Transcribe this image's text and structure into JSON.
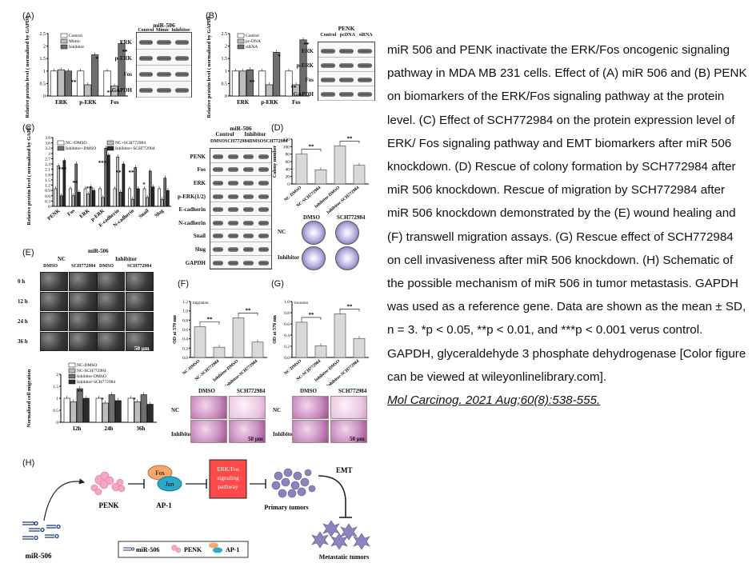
{
  "panels": {
    "A": {
      "label": "(A)",
      "ylabel": "Relative protein level ( normalized by GAPDH )",
      "legend": [
        "Control",
        "Mimic",
        "Inhibitor"
      ],
      "blot_title": "miR-506",
      "blot_cols": [
        "Control",
        "Mimic",
        "Inhibitor"
      ],
      "blot_rows": [
        "ERK",
        "p-ERK",
        "Fos",
        "GAPDH"
      ]
    },
    "B": {
      "label": "(B)",
      "ylabel": "Relative protein level ( normalized by GAPDH )",
      "legend": [
        "Control",
        "pc-DNA",
        "siRNA"
      ],
      "blot_title": "PENK",
      "blot_cols": [
        "Control",
        "pcDNA",
        "siRNA"
      ],
      "blot_rows": [
        "ERK",
        "p-ERK",
        "Fos",
        "GAPDH"
      ]
    },
    "C": {
      "label": "(C)",
      "ylabel": "Relative protein level ( normalized by GAPDH )",
      "legend": [
        "NC+DMSO",
        "NC+SCH772984",
        "Inhibitor+DMSO",
        "Inhibitor+SCH772984"
      ],
      "blot_title": "miR-506",
      "blot_groups": [
        "Control",
        "Inhibitor"
      ],
      "blot_cols": [
        "DMSO",
        "SCH772984",
        "DMSO",
        "SCH772984"
      ],
      "blot_rows": [
        "PENK",
        "Fos",
        "ERK",
        "p-ERK(1/2)",
        "E-cadherin",
        "N-cadherin",
        "Snail",
        "Slug",
        "GAPDH"
      ]
    },
    "D": {
      "label": "(D)",
      "ylabel": "Colony number",
      "dish_cols": [
        "DMSO",
        "SCH772984"
      ],
      "dish_rows": [
        "NC",
        "Inhibitor"
      ]
    },
    "E": {
      "label": "(E)",
      "title": "miR-506",
      "groups": [
        "NC",
        "Inhibitor"
      ],
      "cols": [
        "DMSO",
        "SCH772984",
        "DMSO",
        "SCH772984"
      ],
      "rows": [
        "0 h",
        "12 h",
        "24 h",
        "36 h"
      ],
      "scale": "50 μm",
      "ylabel": "Normalized cell migration",
      "legend": [
        "NC-DMSO",
        "NC-SCH772984",
        "Inhibitor-DMSO",
        "Inhibitor-SCH772984"
      ]
    },
    "F": {
      "label": "(F)",
      "inner": "migration",
      "ylabel": "OD at 570 nm",
      "stain_cols": [
        "DMSO",
        "SCH772984"
      ],
      "stain_rows": [
        "NC",
        "Inhibitor"
      ],
      "scale": "50 μm"
    },
    "G": {
      "label": "(G)",
      "inner": "invasion",
      "ylabel": "OD at 570 nm",
      "stain_cols": [
        "DMSO",
        "SCH772984"
      ],
      "stain_rows": [
        "NC",
        "Inhibitor"
      ],
      "scale": "50 μm"
    },
    "H": {
      "label": "(H)",
      "mir": "miR-506",
      "penk": "PENK",
      "ap1": "AP-1",
      "fos": "Fos",
      "jun": "Jun",
      "erk": "ERK/Fos signaling pathway",
      "primary": "Primary tumors",
      "emt": "EMT",
      "metastatic": "Metastatic tumors",
      "legend_mir": "miR-506",
      "legend_penk": "PENK",
      "legend_ap1": "AP-1"
    }
  },
  "chart_data": [
    {
      "type": "bar",
      "id": "A",
      "categories": [
        "ERK",
        "p-ERK",
        "Fos"
      ],
      "series": [
        {
          "name": "Control",
          "values": [
            1.0,
            1.0,
            1.0
          ]
        },
        {
          "name": "Mimic",
          "values": [
            1.05,
            0.45,
            0.4
          ]
        },
        {
          "name": "Inhibitor",
          "values": [
            1.0,
            1.65,
            2.1
          ]
        }
      ],
      "ylim": [
        0,
        2.5
      ],
      "yticks": [
        0.0,
        0.5,
        1.0,
        1.5,
        2.0,
        2.5
      ],
      "annotations": [
        "**",
        "*",
        "**",
        "**"
      ]
    },
    {
      "type": "bar",
      "id": "B",
      "categories": [
        "ERK",
        "p-ERK",
        "Fos"
      ],
      "series": [
        {
          "name": "Control",
          "values": [
            1.0,
            1.0,
            1.0
          ]
        },
        {
          "name": "pc-DNA",
          "values": [
            1.0,
            0.45,
            0.45
          ]
        },
        {
          "name": "siRNA",
          "values": [
            1.05,
            1.75,
            2.25
          ]
        }
      ],
      "ylim": [
        0,
        2.5
      ],
      "yticks": [
        0.0,
        0.5,
        1.0,
        1.5,
        2.0,
        2.5
      ],
      "annotations": [
        "**",
        "*",
        "**",
        "**"
      ]
    },
    {
      "type": "bar",
      "id": "C",
      "categories": [
        "PENK",
        "Fos",
        "ERK",
        "p-ERK",
        "E-cadherin",
        "N-cadherin",
        "Snail",
        "Slug"
      ],
      "series": [
        {
          "name": "NC+DMSO",
          "values": [
            1.0,
            1.0,
            1.0,
            1.0,
            1.0,
            1.0,
            1.0,
            1.0
          ]
        },
        {
          "name": "NC+SCH772984",
          "values": [
            2.3,
            0.6,
            0.7,
            0.5,
            2.8,
            0.4,
            0.5,
            0.4
          ]
        },
        {
          "name": "Inhibitor+DMSO",
          "values": [
            0.6,
            2.4,
            1.1,
            3.3,
            0.8,
            2.2,
            2.0,
            1.6
          ]
        },
        {
          "name": "Inhibitor+SCH772984",
          "values": [
            2.6,
            0.8,
            0.9,
            2.9,
            2.4,
            1.0,
            1.1,
            0.9
          ]
        }
      ],
      "ylim": [
        0,
        3.9
      ],
      "yticks": [
        0.0,
        0.3,
        0.6,
        0.9,
        1.2,
        1.5,
        1.8,
        2.1,
        2.4,
        2.7,
        3.0,
        3.3,
        3.6,
        3.9
      ],
      "annotations": [
        "***",
        "**",
        "**",
        "***",
        "**",
        "**",
        "*"
      ]
    },
    {
      "type": "bar",
      "id": "D",
      "categories": [
        "NC-DMSO",
        "NC-SCH772984",
        "Inhibitor-DMSO",
        "Inhibitor-SCH772984"
      ],
      "values": [
        80,
        38,
        102,
        50
      ],
      "ylim": [
        0,
        120
      ],
      "yticks": [
        0,
        20,
        40,
        60,
        80,
        100,
        120
      ],
      "annotations": [
        "**",
        "**"
      ]
    },
    {
      "type": "bar",
      "id": "E",
      "categories": [
        "12h",
        "24h",
        "36h"
      ],
      "series": [
        {
          "name": "NC-DMSO",
          "values": [
            1.0,
            1.0,
            1.0
          ]
        },
        {
          "name": "NC-SCH772984",
          "values": [
            0.85,
            0.8,
            0.85
          ]
        },
        {
          "name": "Inhibitor-DMSO",
          "values": [
            1.4,
            1.15,
            1.15
          ]
        },
        {
          "name": "Inhibitor-SCH772984",
          "values": [
            1.0,
            0.9,
            0.75
          ]
        }
      ],
      "ylim": [
        0,
        2.0
      ],
      "yticks": [
        0.0,
        0.5,
        1.0,
        1.5,
        2.0
      ],
      "annotations": [
        "**",
        "*",
        "*"
      ]
    },
    {
      "type": "bar",
      "id": "F",
      "categories": [
        "NC-DMSO",
        "NC-SCH772984",
        "Inhibitor-DMSO",
        "Inhibitor-SCH772984"
      ],
      "values": [
        0.66,
        0.22,
        0.85,
        0.33
      ],
      "ylim": [
        0,
        1.2
      ],
      "yticks": [
        0.0,
        0.2,
        0.4,
        0.6,
        0.8,
        1.0,
        1.2
      ],
      "annotations": [
        "**",
        "**"
      ]
    },
    {
      "type": "bar",
      "id": "G",
      "categories": [
        "NC-DMSO",
        "NC-SCH772984",
        "Inhibitor-DMSO",
        "Inhibitor-SCH772984"
      ],
      "values": [
        0.63,
        0.21,
        0.78,
        0.34
      ],
      "ylim": [
        0,
        1.0
      ],
      "yticks": [
        0.0,
        0.2,
        0.4,
        0.6,
        0.8,
        1.0
      ],
      "annotations": [
        "**",
        "**"
      ]
    }
  ],
  "caption": {
    "text": "miR 506 and PENK inactivate the ERK/Fos oncogenic signaling pathway in MDA MB 231 cells. Effect of (A) miR 506 and (B) PENK on biomarkers of the ERK/Fos signaling pathway at the protein level. (C) Effect of SCH772984 on the protein expression level of ERK/ Fos signaling pathway and EMT biomarkers after miR 506 knockdown. (D) Rescue of colony formation by SCH772984 after miR 506 knockdown. Rescue of migration by SCH772984 after miR 506 knockdown demonstrated by the (E) wound healing and (F) transwell migration assays. (G) Rescue effect of SCH772984 on cell invasiveness after miR 506 knockdown. (H) Schematic of the possible mechanism of miR 506 in tumor metastasis. GAPDH was used as a reference gene. Data are shown as the mean ± SD, n = 3. *p < 0.05, **p < 0.01, and ***p < 0.001 verus control. GAPDH, glyceraldehyde 3 phosphate dehydrogenase [Color figure can be viewed at wileyonlinelibrary.com].",
    "citation": "Mol Carcinog. 2021 Aug;60(8):538-555."
  },
  "colors": {
    "white_bar": "#ffffff",
    "grey_bar": "#bdbdbd",
    "dark_bar": "#6e6e6e",
    "black_bar": "#2b2b2b",
    "erk_box": "#ff4a4a",
    "fos": "#f7a86c",
    "jun": "#2aa9c9",
    "penk": "#f6a6c4",
    "tumor": "#8e84bd"
  }
}
